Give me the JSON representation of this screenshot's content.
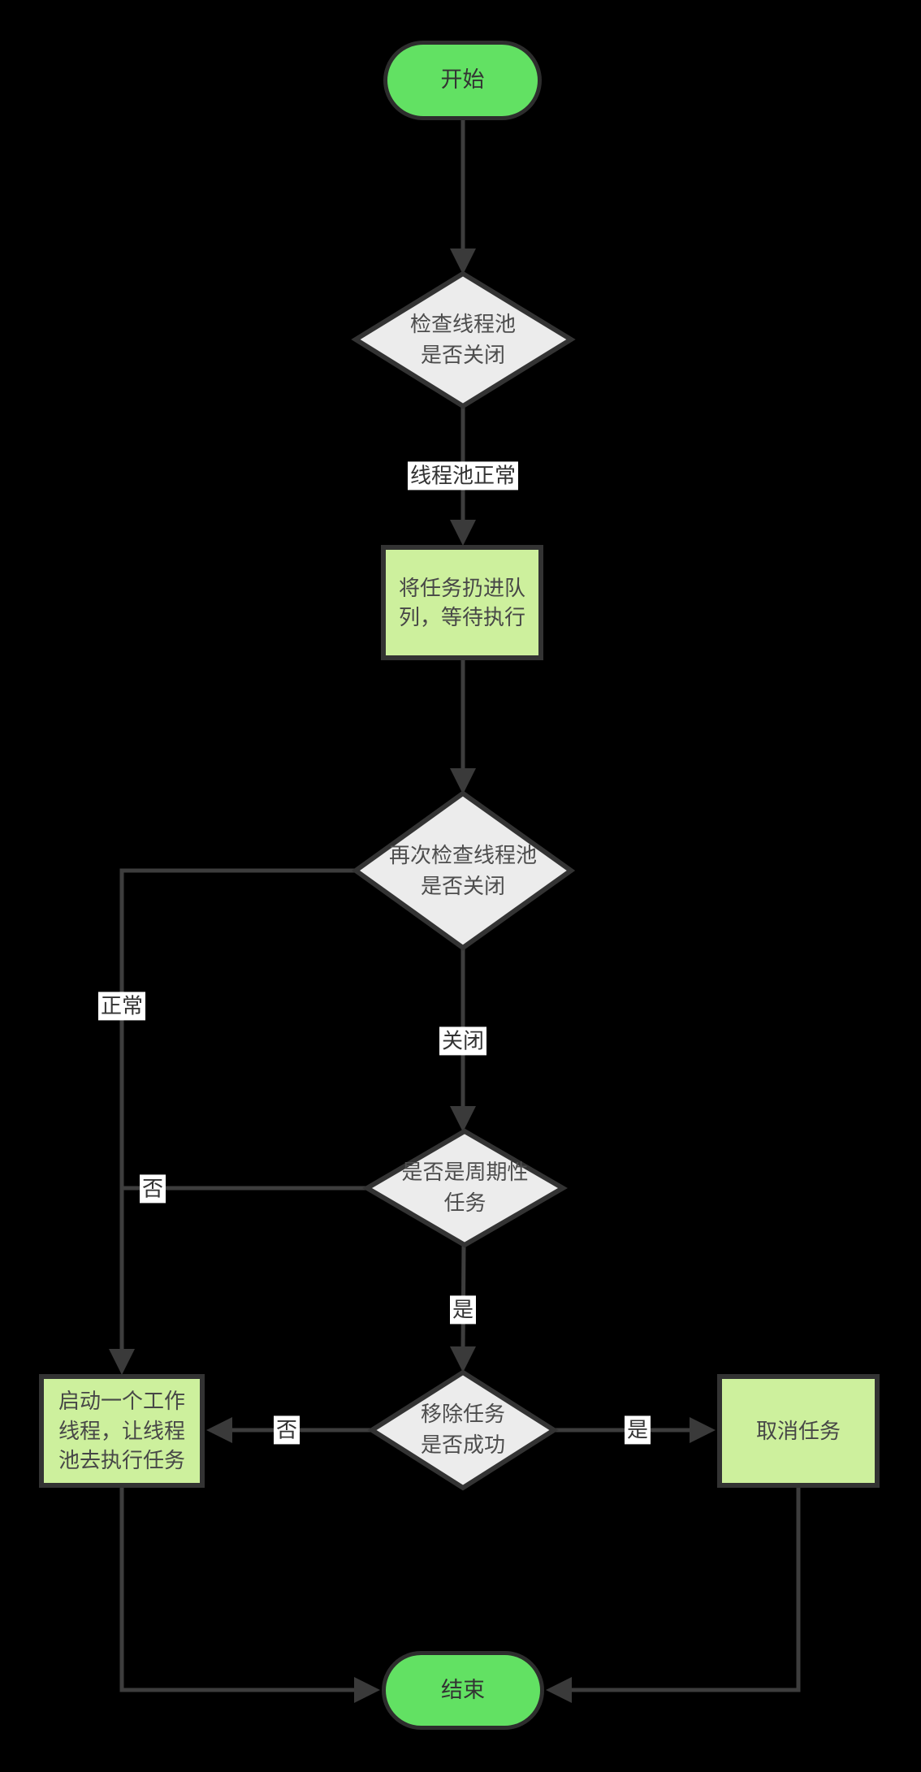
{
  "diagram": {
    "type": "flowchart",
    "background": "#000000",
    "colors": {
      "terminal_fill": "#62e163",
      "process_fill": "#cdf09d",
      "decision_fill": "#ececec",
      "node_border": "#333333",
      "connector": "#3d3d3d",
      "node_text": "#4d4d4d",
      "edge_label_bg": "#ffffff",
      "edge_label_text": "#333333"
    },
    "nodes": {
      "start": {
        "type": "terminal",
        "label": "开始"
      },
      "check_pool_closed": {
        "type": "decision",
        "label": "检查线程池\n是否关闭"
      },
      "enqueue_task": {
        "type": "process",
        "label": "将任务扔进队\n列，等待执行"
      },
      "recheck_pool_closed": {
        "type": "decision",
        "label": "再次检查线程池\n是否关闭"
      },
      "is_periodic_task": {
        "type": "decision",
        "label": "是否是周期性\n任务"
      },
      "remove_task_success": {
        "type": "decision",
        "label": "移除任务\n是否成功"
      },
      "start_worker_thread": {
        "type": "process",
        "label": "启动一个工作\n线程，让线程\n池去执行任务"
      },
      "cancel_task": {
        "type": "process",
        "label": "取消任务"
      },
      "end": {
        "type": "terminal",
        "label": "结束"
      }
    },
    "edges": [
      {
        "from": "start",
        "to": "check_pool_closed",
        "label": ""
      },
      {
        "from": "check_pool_closed",
        "to": "enqueue_task",
        "label": "线程池正常"
      },
      {
        "from": "enqueue_task",
        "to": "recheck_pool_closed",
        "label": ""
      },
      {
        "from": "recheck_pool_closed",
        "to": "is_periodic_task",
        "label": "关闭"
      },
      {
        "from": "recheck_pool_closed",
        "to": "start_worker_thread",
        "label": "正常"
      },
      {
        "from": "is_periodic_task",
        "to": "start_worker_thread",
        "label": "否"
      },
      {
        "from": "is_periodic_task",
        "to": "remove_task_success",
        "label": "是"
      },
      {
        "from": "remove_task_success",
        "to": "start_worker_thread",
        "label": "否"
      },
      {
        "from": "remove_task_success",
        "to": "cancel_task",
        "label": "是"
      },
      {
        "from": "start_worker_thread",
        "to": "end",
        "label": ""
      },
      {
        "from": "cancel_task",
        "to": "end",
        "label": ""
      }
    ]
  }
}
